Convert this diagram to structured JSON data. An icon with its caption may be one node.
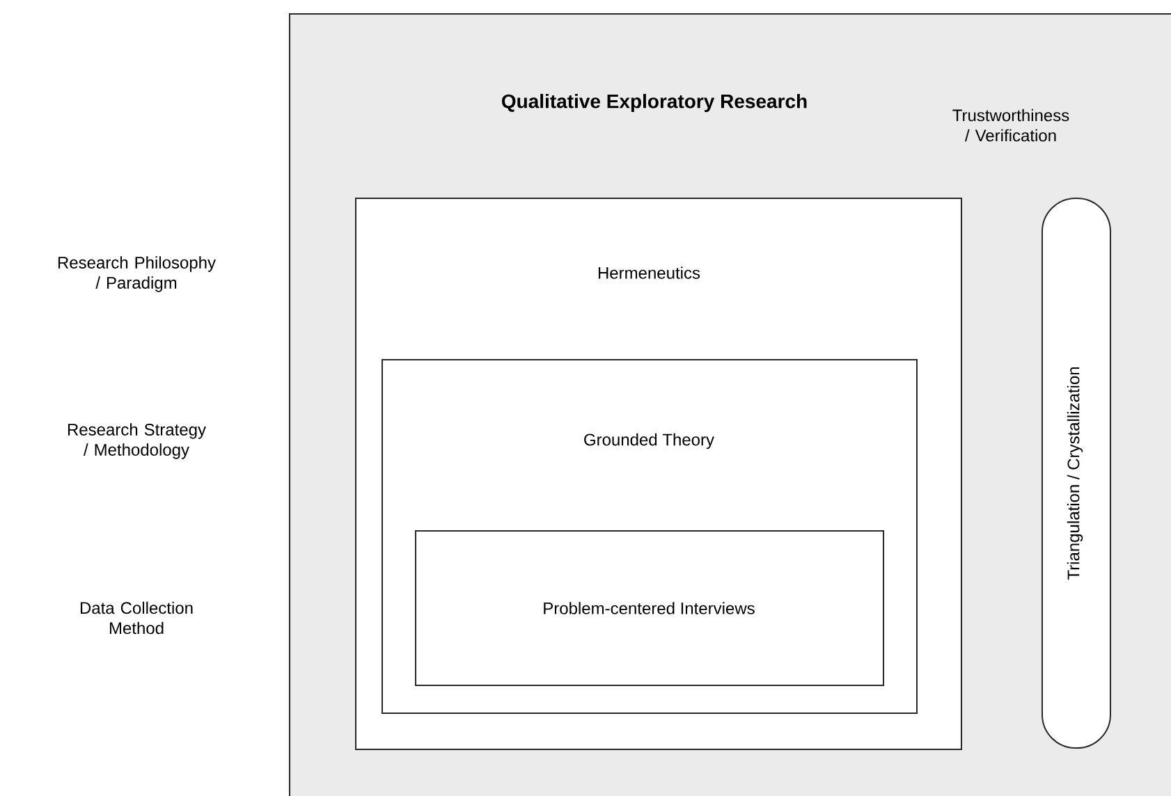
{
  "diagram": {
    "nodes": [
      {
        "text": [
          "Qualitative Exploratory Research"
        ]
      },
      {
        "text": [
          "Hermeneutics"
        ],
        "in": 0
      },
      {
        "text": [
          "Grounded Theory"
        ],
        "in": 1
      },
      {
        "text": [
          "Problem-centered Interviews"
        ],
        "in": 2
      },
      {
        "text": [
          "Trustworthiness / Verification",
          "Triangulation / Crystallization"
        ],
        "in": 0
      }
    ],
    "labels": [
      "Research Philosophy / Paradigm",
      "Research Strategy / Methodology",
      "Data Collection Method"
    ]
  }
}
